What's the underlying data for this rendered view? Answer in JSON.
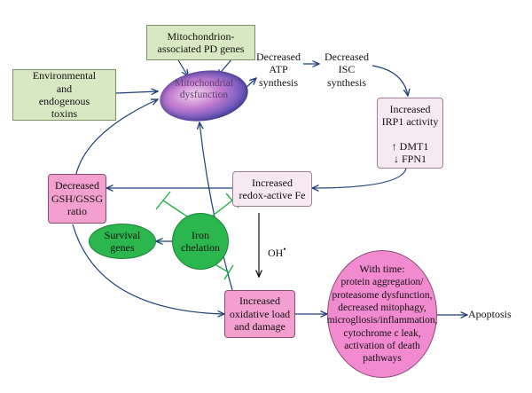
{
  "colors": {
    "arrow": "#1f3f7a",
    "inhibit": "#27b24a",
    "green_box": "#d9e8c4",
    "lilac_box": "#f6e9f1",
    "pink_box": "#f39fcf",
    "green_oval": "#2cb74e",
    "pink_oval": "#f28ad0"
  },
  "nodes": {
    "pd_genes": "Mitochondrion-\nassociated PD genes",
    "toxins": "Environmental\nand\nendogenous\ntoxins",
    "mito_dysfunction": "Mitochondrial\ndysfunction",
    "atp": "Decreased\nATP\nsynthesis",
    "isc": "Decreased\nISC\nsynthesis",
    "irp1": "Increased\nIRP1 activity",
    "dmt1": "↑ DMT1",
    "fpn1": "↓ FPN1",
    "redox_fe": "Increased\nredox-active Fe",
    "gsh": "Decreased\nGSH/GSSG\nratio",
    "iron_chelation": "Iron\nchelation",
    "survival_genes": "Survival\ngenes",
    "oh_radical": "OH",
    "oh_dot": "•",
    "oxidative_load": "Increased\noxidative load\nand damage",
    "with_time_heading": "With time:",
    "with_time_body": "protein aggregation/\nproteasome dysfunction,\ndecreased mitophagy,\nmicrogliosis/inflammation,\ncytochrome c leak,\nactivation of death\npathways",
    "apoptosis": "Apoptosis"
  }
}
